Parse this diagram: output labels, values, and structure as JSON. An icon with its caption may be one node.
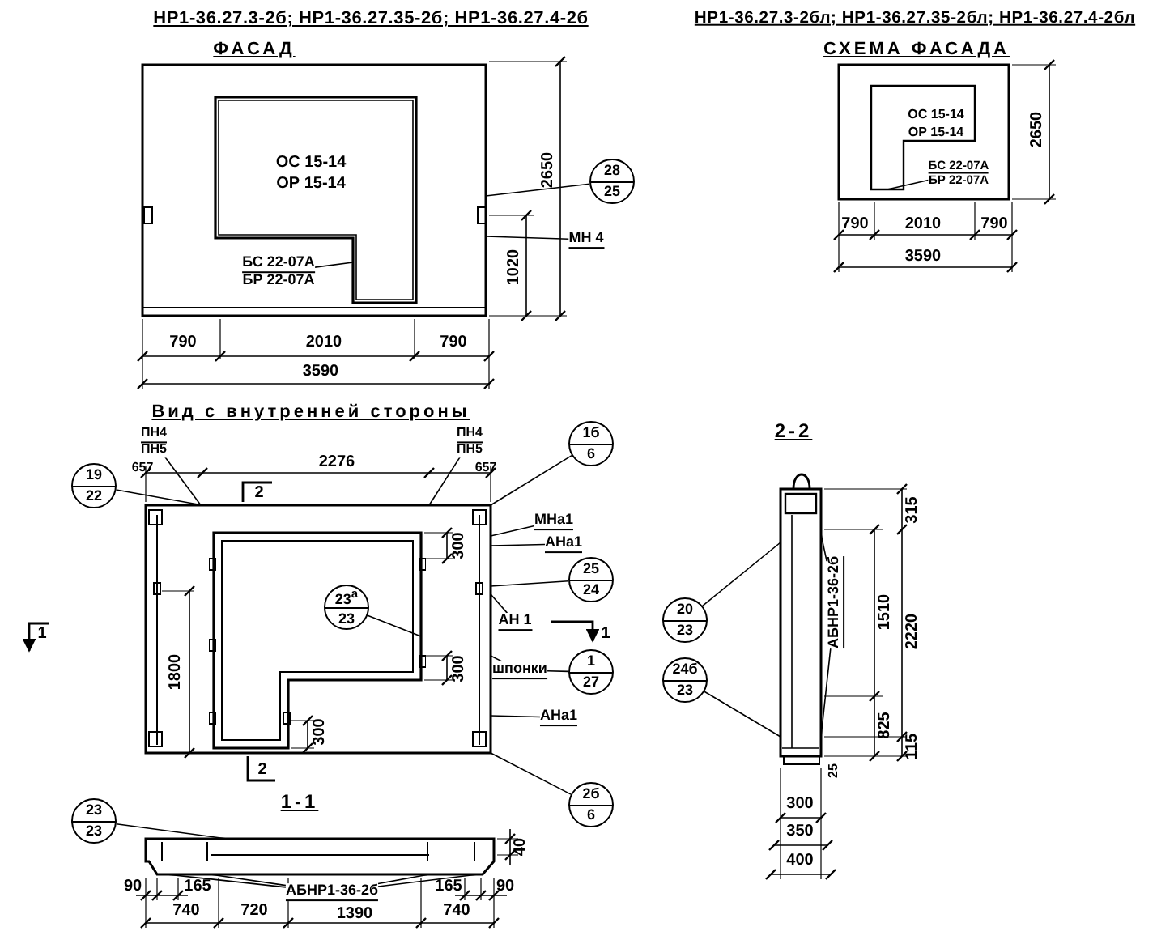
{
  "diagram": {
    "nodes": [
      {
        "text": [
          "28",
          "25"
        ]
      },
      {
        "text": [
          "МН 4"
        ]
      },
      {
        "text": [
          "БС 22-07А",
          "БР 22-07А"
        ],
        "in": 22
      },
      {
        "text": [
          "БС 22-07А",
          "БР 22-07А"
        ],
        "in": 24
      },
      {
        "text": [
          "19",
          "22"
        ]
      },
      {
        "text": [
          "ПН4",
          "ПН5"
        ]
      },
      {
        "text": [
          "ПН4",
          "ПН5"
        ]
      },
      {
        "text": [
          "1б",
          "6"
        ]
      },
      {
        "text": [
          "МНа1"
        ]
      },
      {
        "text": [
          "АНа1"
        ]
      },
      {
        "text": [
          "25",
          "24"
        ]
      },
      {
        "text": [
          "АН 1"
        ]
      },
      {
        "text": [
          "шпонки"
        ]
      },
      {
        "text": [
          "1",
          "27"
        ]
      },
      {
        "text": [
          "АНа1"
        ]
      },
      {
        "text": [
          "23$^{а}$",
          "23"
        ],
        "in": 29
      },
      {
        "text": [
          "2б",
          "6"
        ]
      },
      {
        "text": [
          "20",
          "23"
        ]
      },
      {
        "text": [
          "24б",
          "23"
        ]
      },
      {
        "text": [
          "АБНР1-36-2б"
        ]
      },
      {
        "text": [
          "23",
          "23"
        ]
      },
      {
        "text": [
          "АБНР1-36-2б"
        ]
      },
      {
        "text": [],
        "shape": "box"
      },
      {
        "text": [
          "ОС 15-14",
          "ОР 15-14"
        ],
        "in": 22
      },
      {
        "text": [],
        "shape": "box"
      },
      {
        "text": [
          "ОС 15-14",
          "ОР 15-14"
        ],
        "in": 24
      },
      {
        "text": [],
        "shape": "box"
      },
      {
        "text": [],
        "shape": "picture"
      },
      {
        "text": [],
        "shape": "picture"
      },
      {
        "text": [],
        "shape": "picture",
        "in": 26
      }
    ],
    "edges": [
      {
        "from": 0,
        "to": 22,
        "arrow": "none"
      },
      {
        "from": 1,
        "to": 22,
        "arrow": "none"
      },
      {
        "from": 2,
        "to": 23,
        "arrow": "none"
      },
      {
        "from": 3,
        "to": 25,
        "arrow": "none"
      },
      {
        "from": 4,
        "to": 26,
        "arrow": "none"
      },
      {
        "from": 5,
        "to": 26,
        "arrow": "none"
      },
      {
        "from": 6,
        "to": 26,
        "arrow": "none"
      },
      {
        "from": 7,
        "to": 26,
        "arrow": "none"
      },
      {
        "from": 8,
        "to": 26,
        "arrow": "none"
      },
      {
        "from": 9,
        "to": 26,
        "arrow": "none"
      },
      {
        "from": 10,
        "to": 26,
        "arrow": "none"
      },
      {
        "from": 11,
        "to": 26,
        "arrow": "none"
      },
      {
        "from": 12,
        "to": 26,
        "arrow": "none"
      },
      {
        "from": 13,
        "to": 12,
        "arrow": "none"
      },
      {
        "from": 14,
        "to": 26,
        "arrow": "none"
      },
      {
        "from": 15,
        "to": 29,
        "arrow": "none"
      },
      {
        "from": 16,
        "to": 26,
        "arrow": "none"
      },
      {
        "from": 17,
        "to": 27,
        "arrow": "none"
      },
      {
        "from": 18,
        "to": 27,
        "arrow": "none"
      },
      {
        "from": 19,
        "to": 27,
        "arrow": "none"
      },
      {
        "from": 19,
        "to": 27,
        "arrow": "none"
      },
      {
        "from": 20,
        "to": 28,
        "arrow": "none"
      },
      {
        "from": 21,
        "to": 28,
        "arrow": "none"
      },
      {
        "from": 21,
        "to": 28,
        "arrow": "none"
      },
      {
        "from": 21,
        "to": 28,
        "arrow": "none"
      },
      {
        "from": 21,
        "to": 28,
        "arrow": "none"
      }
    ],
    "labels": [
      "НР1-36.27.3-2б; НР1-36.27.35-2б; НР1-36.27.4-2б",
      "ФАСАД",
      "2650",
      "1020",
      "790",
      "2010",
      "790",
      "3590",
      "НР1-36.27.3-2бл; НР1-36.27.35-2бл; НР1-36.27.4-2бл",
      "СХЕМА ФАСАДА",
      "2650",
      "790",
      "2010",
      "790",
      "3590",
      "Вид с внутренней стороны",
      "657",
      "2276",
      "657",
      "2",
      "300",
      "1800",
      "300",
      "300",
      "1",
      "1",
      "2",
      "2-2",
      "315",
      "1510",
      "2220",
      "825",
      "115",
      "25",
      "300",
      "350",
      "400",
      "1-1",
      "40",
      "90",
      "165",
      "165",
      "90",
      "740",
      "720",
      "1390",
      "740"
    ]
  }
}
